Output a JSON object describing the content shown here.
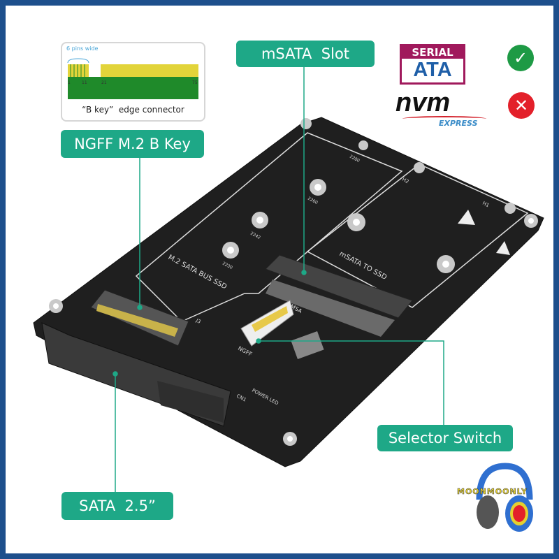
{
  "callouts": {
    "ngff": "NGFF M.2 B Key",
    "msata": "mSATA  Slot",
    "selector": "Selector Switch",
    "sata": "SATA  2.5”"
  },
  "inset": {
    "pins_label": "6 pins wide",
    "caption": "“B key”  edge connector",
    "pin_numbers": [
      "1",
      "11",
      "21",
      "75"
    ]
  },
  "compatibility": [
    {
      "logo_top": "SERIAL",
      "logo_bottom": "ATA",
      "supported": true,
      "icon": "check-icon",
      "color": "#1e9a45"
    },
    {
      "logo_top": "nvm",
      "logo_bottom": "EXPRESS",
      "supported": false,
      "icon": "x-icon",
      "color": "#e3202a"
    }
  ],
  "board_labels": {
    "m2": "M.2  SATA  BUS  SSD",
    "msata": "mSATA  TO  SSD",
    "ngff": "NGFF",
    "msa": "MSA",
    "power_led": "POWER LED",
    "cn1": "CN1",
    "j3": "J3",
    "h1": "H1",
    "h2": "H2",
    "sizes": [
      "2230",
      "2242",
      "2260",
      "2280"
    ]
  },
  "watermark": "MOONMOONLY",
  "colors": {
    "accent": "#1ea887",
    "frame": "#1d4f8c",
    "board": "#1e1e1e"
  }
}
